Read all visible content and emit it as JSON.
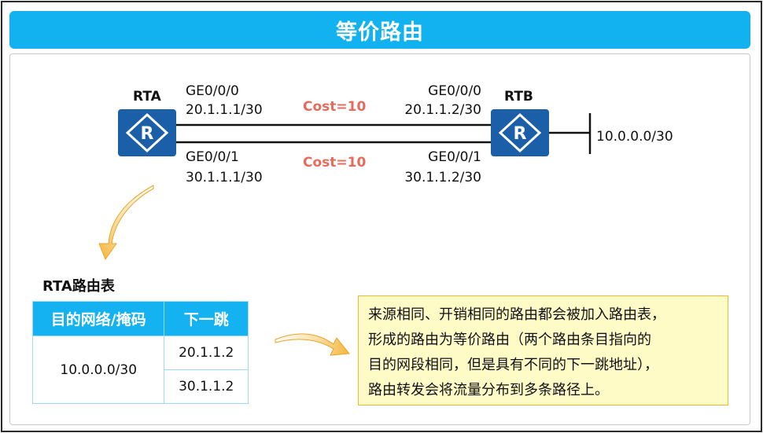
{
  "title": "等价路由",
  "rta": {
    "name": "RTA",
    "if1_name": "GE0/0/0",
    "if1_ip": "20.1.1.1/30",
    "if2_name": "GE0/0/1",
    "if2_ip": "30.1.1.1/30"
  },
  "rtb": {
    "name": "RTB",
    "if1_name": "GE0/0/0",
    "if1_ip": "20.1.1.2/30",
    "if2_name": "GE0/0/1",
    "if2_ip": "30.1.1.2/30",
    "network": "10.0.0.0/30"
  },
  "links": {
    "cost1": "Cost=10",
    "cost2": "Cost=10"
  },
  "routing_table": {
    "title": "RTA路由表",
    "headers": [
      "目的网络/掩码",
      "下一跳"
    ],
    "destination": "10.0.0.0/30",
    "next_hops": [
      "20.1.1.2",
      "30.1.1.2"
    ]
  },
  "note": {
    "lines": [
      "来源相同、开销相同的路由都会被加入路由表，",
      "形成的路由为等价路由（两个路由条目指向的",
      "目的网段相同，但是具有不同的下一跳地址），",
      "路由转发会将流量分布到多条路径上。"
    ]
  },
  "colors": {
    "title_bar": "#12b1f0",
    "router": "#1b5fa8",
    "cost": "#e76b5c",
    "note_bg": "#fefbc6",
    "arrow": "#f4b43a"
  }
}
